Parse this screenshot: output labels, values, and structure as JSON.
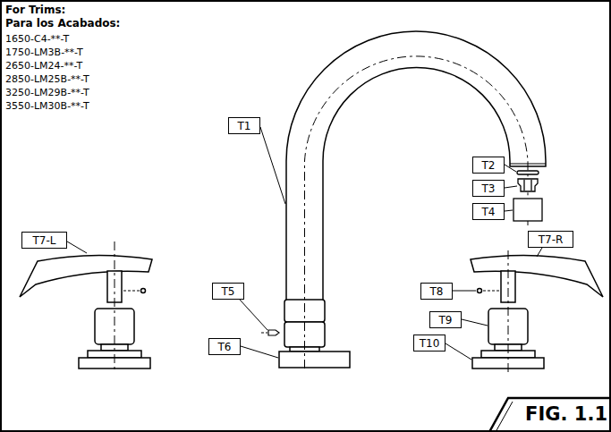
{
  "diagram": {
    "nodes": [
      {
        "text": [
          "T1"
        ]
      },
      {
        "text": [
          "T2"
        ]
      },
      {
        "text": [
          "T3"
        ]
      },
      {
        "text": [
          "T4"
        ]
      },
      {
        "text": [
          "T7-L"
        ]
      },
      {
        "text": [
          "T7-R"
        ]
      },
      {
        "text": [
          "T5"
        ]
      },
      {
        "text": [
          "T8"
        ]
      },
      {
        "text": [
          "T9"
        ]
      },
      {
        "text": [
          "T6"
        ]
      },
      {
        "text": [
          "T10"
        ]
      },
      {
        "text": [
          "FIG. 1.1"
        ]
      }
    ],
    "edges": [],
    "labels": [
      "For Trims:",
      "Para los Acabados:",
      "1650-C4-**-T",
      "1750-LM3B-**-T",
      "2650-LM24-**-T",
      "2850-LM25B-**-T",
      "3250-LM29B-**-T",
      "3550-LM30B-**-T"
    ]
  }
}
